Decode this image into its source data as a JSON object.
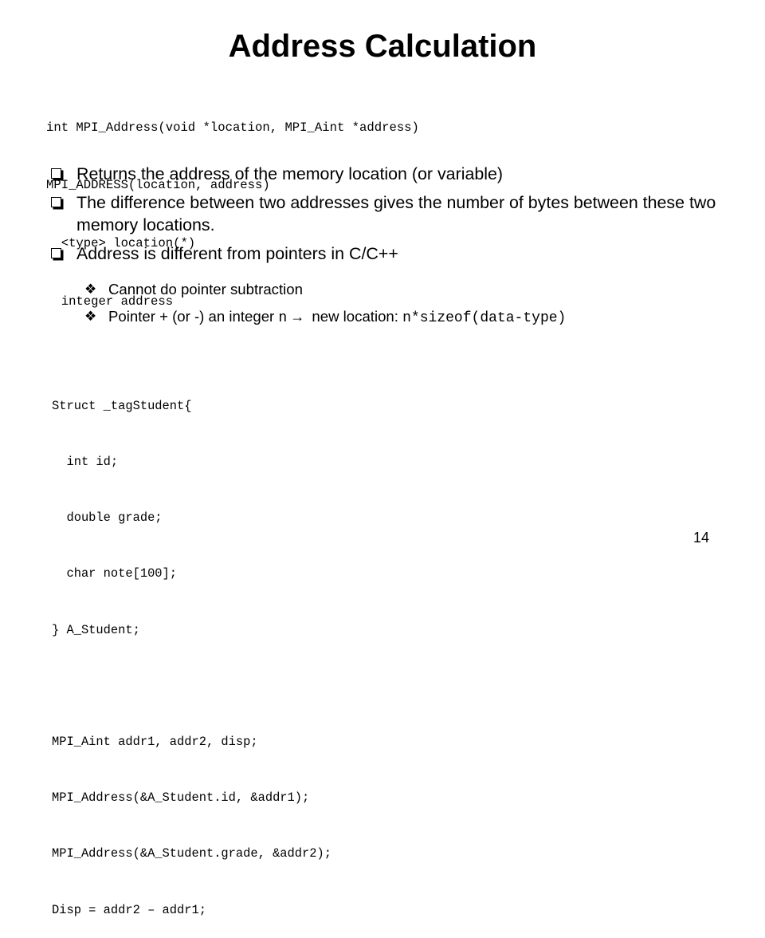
{
  "slide": {
    "title": "Address Calculation",
    "page_number": "14"
  },
  "signature": {
    "lines": [
      "int MPI_Address(void *location, MPI_Aint *address)",
      "MPI_ADDRESS(location, address)",
      "  <type> location(*)",
      "  integer address"
    ]
  },
  "bullets": [
    {
      "text": "Returns the address of the memory location (or variable)"
    },
    {
      "text": "The difference between two addresses gives the number of bytes between these two memory locations."
    },
    {
      "text": "Address is different from pointers in C/C++"
    }
  ],
  "sub_bullets": {
    "item1": "Cannot do pointer subtraction",
    "item2_part1": "Pointer + (or -) an integer ",
    "item2_code_n": "n",
    "item2_arrow": "→",
    "item2_part2": " new location: ",
    "item2_code_size": "n*sizeof(data-type)"
  },
  "code": {
    "lines": [
      "Struct _tagStudent{",
      "  int id;",
      "  double grade;",
      "  char note[100];",
      "} A_Student;",
      "",
      "MPI_Aint addr1, addr2, disp;",
      "MPI_Address(&A_Student.id, &addr1);",
      "MPI_Address(&A_Student.grade, &addr2);",
      "Disp = addr2 – addr1;"
    ]
  },
  "icons": {
    "bullet": "checkbox-square-icon",
    "sub_bullet": "four-diamond-icon"
  }
}
